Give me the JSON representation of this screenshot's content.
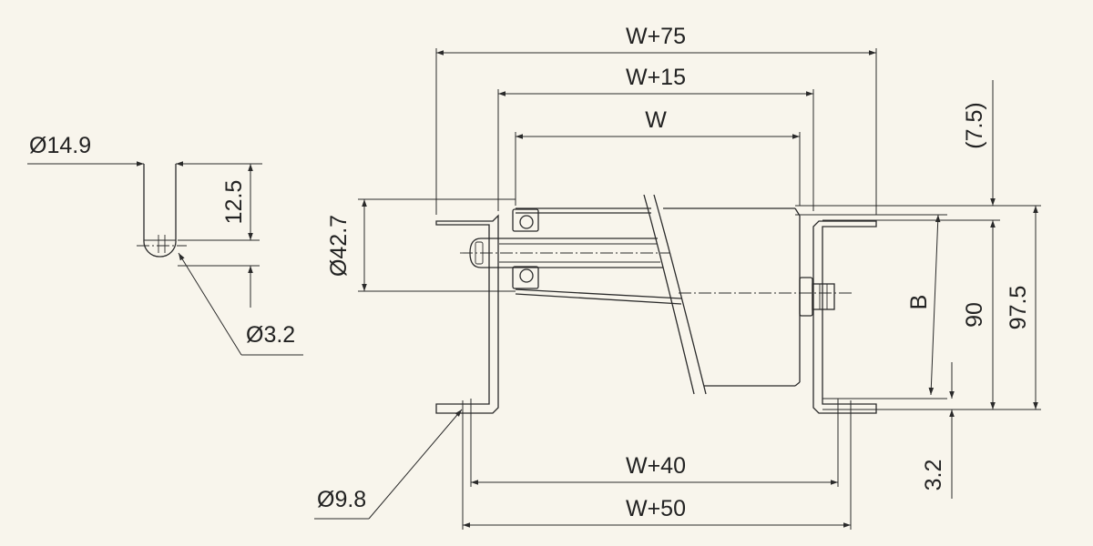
{
  "dimensions": {
    "w_plus_75": "W+75",
    "w_plus_15": "W+15",
    "w": "W",
    "w_plus_40": "W+40",
    "w_plus_50": "W+50",
    "dia_14_9": "Ø14.9",
    "h_12_5": "12.5",
    "dia_3_2": "Ø3.2",
    "dia_42_7": "Ø42.7",
    "dia_9_8": "Ø9.8",
    "b": "B",
    "h_7_5": "(7.5)",
    "h_90": "90",
    "h_97_5": "97.5",
    "h_3_2": "3.2"
  },
  "colors": {
    "background": "#f8f5ec",
    "line": "#2a2a2a"
  }
}
